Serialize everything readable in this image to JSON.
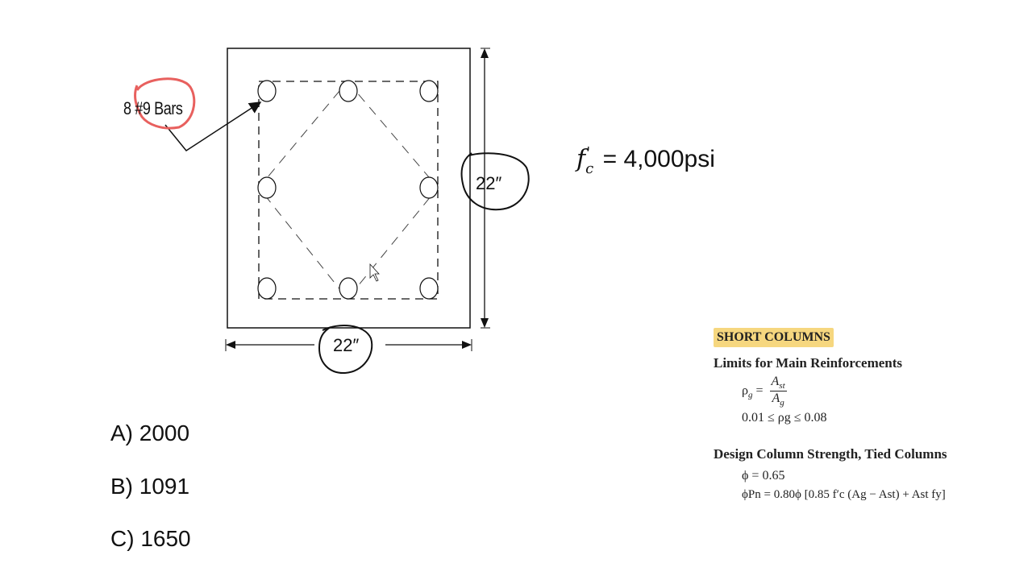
{
  "diagram": {
    "bars_label": "8 #9 Bars",
    "width_label": "22″",
    "height_label": "22″"
  },
  "strength": {
    "symbol": "f",
    "subscript": "c",
    "prime": "'",
    "rest": " = 4,000psi"
  },
  "choices": [
    "A) 2000",
    "B) 1091",
    "C) 1650"
  ],
  "reference": {
    "title": "SHORT COLUMNS",
    "limits_heading": "Limits for Main Reinforcements",
    "rho_lhs": "ρ",
    "rho_sub": "g",
    "frac_num": "A",
    "frac_num_sub": "st",
    "frac_den": "A",
    "frac_den_sub": "g",
    "limits_eq": "0.01 ≤ ρg ≤ 0.08",
    "design_heading": "Design Column Strength, Tied Columns",
    "phi_eq": "ϕ = 0.65",
    "phipn_eq": "ϕPn = 0.80ϕ [0.85 f′c (Ag − Ast) + Ast fy]"
  },
  "colors": {
    "highlight": "#f6d77f",
    "annotation_red": "#e8605e",
    "ink": "#111111"
  }
}
